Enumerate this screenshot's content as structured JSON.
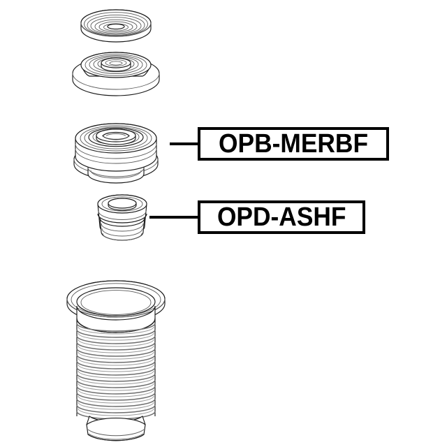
{
  "diagram": {
    "title": "Automotive strut mount repair kit exploded parts diagram",
    "background_color": "#ffffff",
    "line_color": "#000000",
    "shade_color": "#808080",
    "parts": [
      {
        "id": "thrust-washer",
        "name": "Thrust washer / upper spring seat ring",
        "part_number": null,
        "shape": "flat grooved ring"
      },
      {
        "id": "spring-seat",
        "name": "Upper spring seat cone",
        "part_number": null,
        "shape": "domed conical seat with concentric rings"
      },
      {
        "id": "strut-mount-bearing",
        "name": "Strut mount bearing",
        "part_number": "OPB-MERBF",
        "shape": "stepped circular bearing with skirt"
      },
      {
        "id": "bump-stop",
        "name": "Bump stop",
        "part_number": "OPD-ASHF",
        "shape": "cylindrical rubber stop with center bore"
      },
      {
        "id": "dust-boot",
        "name": "Dust boot bellows",
        "part_number": null,
        "shape": "corrugated bellows with flared flange and bottom cuff"
      }
    ],
    "labels": [
      {
        "text": "OPB-MERBF",
        "points_to": "strut-mount-bearing"
      },
      {
        "text": "OPD-ASHF",
        "points_to": "bump-stop"
      }
    ]
  }
}
